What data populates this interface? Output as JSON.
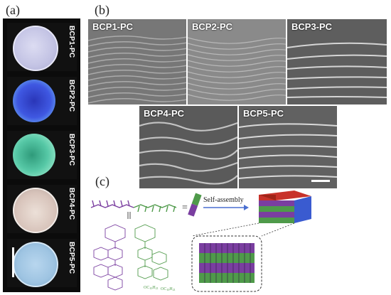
{
  "panel_a": {
    "label": "(a)",
    "samples": [
      {
        "name": "BCP1-PC",
        "color": "#c9c9e8"
      },
      {
        "name": "BCP2-PC",
        "color": "#3b4fd8"
      },
      {
        "name": "BCP3-PC",
        "color": "#4fc6a8"
      },
      {
        "name": "BCP4-PC",
        "color": "#d8c6c0"
      },
      {
        "name": "BCP5-PC",
        "color": "#9fc4e0"
      }
    ]
  },
  "panel_b": {
    "label": "(b)",
    "images": [
      "BCP1-PC",
      "BCP2-PC",
      "BCP3-PC",
      "BCP4-PC",
      "BCP5-PC"
    ]
  },
  "panel_c": {
    "label": "(c)",
    "equals": "=",
    "self_assembly": "Self-assembly",
    "chem_sub1": "OC",
    "chem_sub1b": "10",
    "chem_sub1c": "H",
    "chem_sub1d": "21",
    "chem_sub2": "OC",
    "chem_sub2b": "10",
    "chem_sub2c": "H",
    "chem_sub2d": "21",
    "colors": {
      "purple": "#7a3ea0",
      "green": "#4f9a4a",
      "red": "#d02a1e",
      "blue": "#3a5bd0"
    }
  }
}
